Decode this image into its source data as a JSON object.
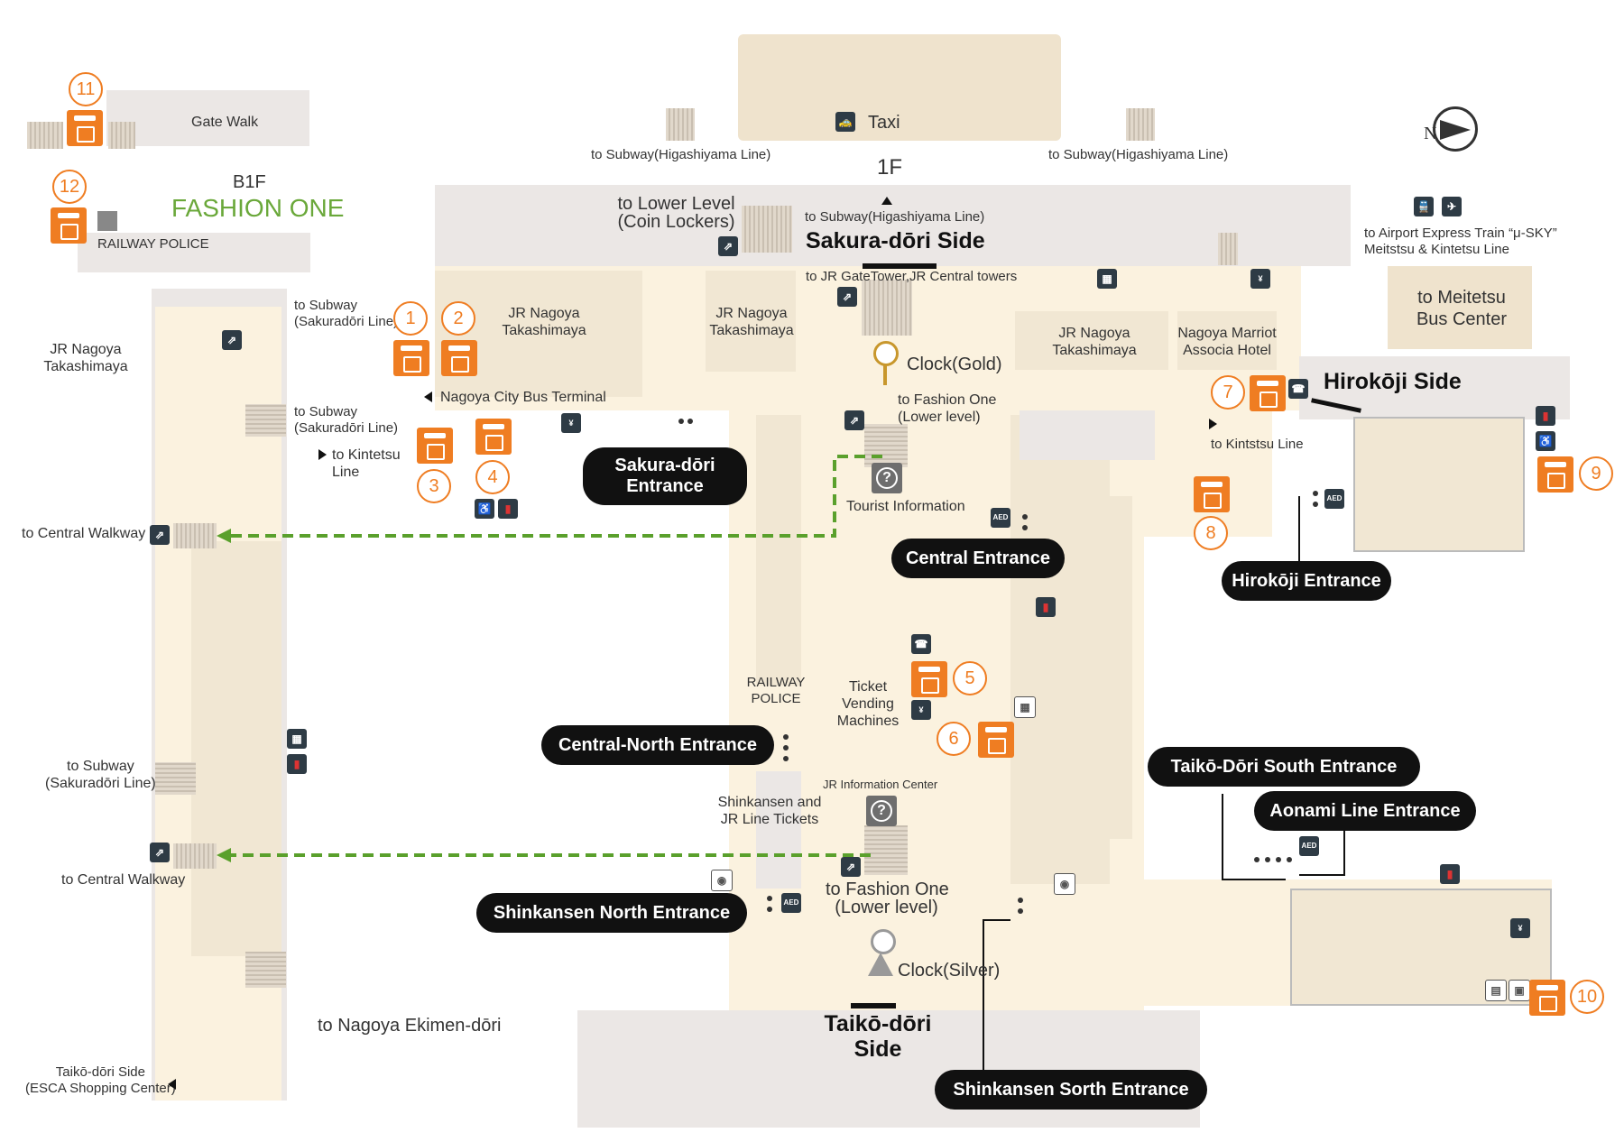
{
  "floor_label": "1F",
  "basement": {
    "floor": "B1F",
    "name": "FASHION ONE",
    "gate_walk": "Gate Walk",
    "railway_police": "RAILWAY POLICE"
  },
  "sides": {
    "sakura": "Sakura-dōri Side",
    "hirokoji": "Hirokōji Side",
    "taiko_line1": "Taikō-dōri",
    "taiko_line2": "Side"
  },
  "entrances": {
    "sakura_line1": "Sakura-dōri",
    "sakura_line2": "Entrance",
    "central": "Central Entrance",
    "hirokoji": "Hirokōji Entrance",
    "central_north": "Central-North Entrance",
    "taiko_south": "Taikō-Dōri South Entrance",
    "aonami": "Aonami Line Entrance",
    "shinkansen_north": "Shinkansen North  Entrance",
    "shinkansen_south": "Shinkansen Sorth  Entrance"
  },
  "labels": {
    "taxi": "Taxi",
    "subway_hig_left": "to Subway(Higashiyama Line)",
    "subway_hig_right": "to Subway(Higashiyama Line)",
    "subway_hig_center": "to Subway(Higashiyama Line)",
    "lower_level_1": "to Lower Level",
    "lower_level_2": "(Coin Lockers)",
    "gatetower": "to JR GateTower,JR Central towers",
    "airport_1": "to Airport Express Train “μ-SKY”",
    "airport_2": "Meitstsu & Kintetsu Line",
    "meitetsu_bus_1": "to Meitetsu",
    "meitetsu_bus_2": "Bus Center",
    "takashimaya": "JR Nagoya\nTakashimaya",
    "marriott_1": "Nagoya Marriot",
    "marriott_2": "Associa Hotel",
    "clock_gold": "Clock(Gold)",
    "fashion_one_1": "to Fashion One",
    "fashion_one_2": "(Lower level)",
    "city_bus": "Nagoya City Bus Terminal",
    "tourist_info": "Tourist Information",
    "to_kintetsu_a": "to Kintetsu",
    "to_kintetsu_b": "Line",
    "to_kintsetsu_line": "to Kintstsu Line",
    "subway_sakura_1": "to Subway",
    "subway_sakura_2": "(Sakuradōri Line)",
    "central_walkway": "to Central Walkway",
    "railway_police_1": "RAILWAY",
    "railway_police_2": "POLICE",
    "ticket_1": "Ticket",
    "ticket_2": "Vending",
    "ticket_3": "Machines",
    "jr_info": "JR Information Center",
    "shinkansen_tix_1": "Shinkansen and",
    "shinkansen_tix_2": "JR Line Tickets",
    "clock_silver": "Clock(Silver)",
    "ekimen": "to Nagoya Ekimen-dōri",
    "esca_1": "Taikō-dōri Side",
    "esca_2": "(ESCA Shopping Center)",
    "compass": "N"
  },
  "lockers": [
    "1",
    "2",
    "3",
    "4",
    "5",
    "6",
    "7",
    "8",
    "9",
    "10",
    "11",
    "12"
  ],
  "icons": {
    "atm": "¥ ATM",
    "aed": "AED",
    "wc": "WC",
    "phone": "☎",
    "accessible": "♿"
  },
  "colors": {
    "locker": "#ef7d22",
    "path": "#5aa02c",
    "brand_green": "#6aa83a"
  }
}
